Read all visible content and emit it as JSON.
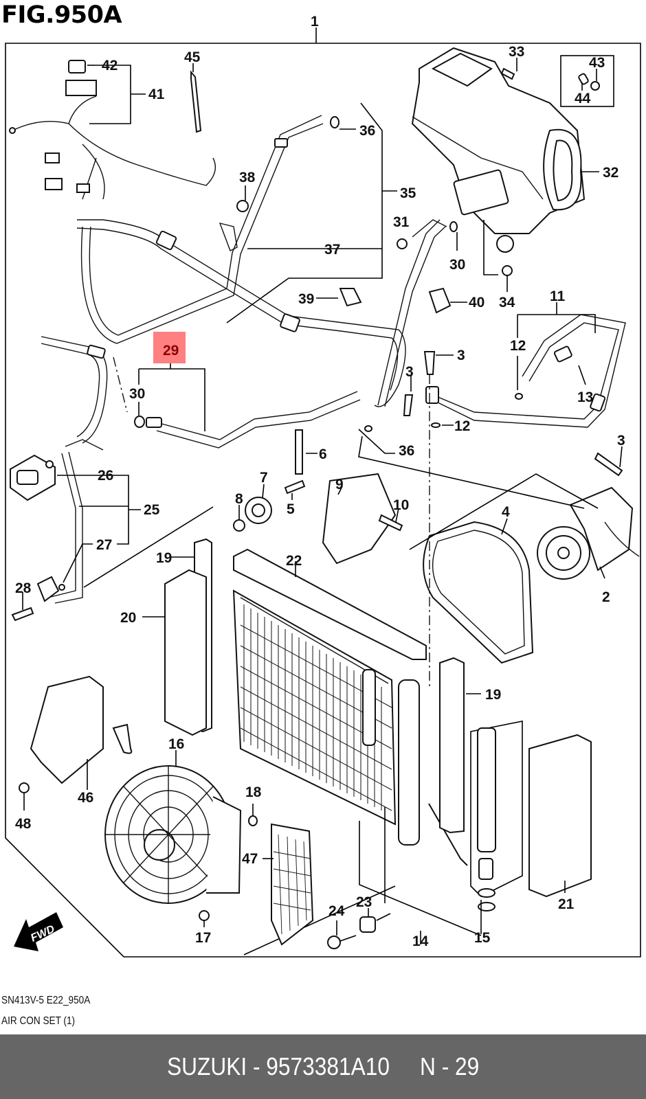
{
  "figure": {
    "title": "FIG.950A",
    "code": "SN413V-5 E22_950A",
    "group_name": "AIR CON SET (1)",
    "highlight_color": "#ff8080",
    "highlighted_part": "29",
    "fwd_label": "FWD"
  },
  "part_labels": [
    "1",
    "2",
    "3",
    "4",
    "5",
    "6",
    "7",
    "8",
    "9",
    "10",
    "11",
    "12",
    "13",
    "14",
    "15",
    "16",
    "17",
    "18",
    "19",
    "20",
    "21",
    "22",
    "23",
    "24",
    "25",
    "26",
    "27",
    "28",
    "29",
    "30",
    "31",
    "32",
    "33",
    "34",
    "35",
    "36",
    "37",
    "38",
    "39",
    "40",
    "41",
    "42",
    "43",
    "44",
    "45",
    "46",
    "47",
    "48"
  ],
  "callouts": {
    "p1": "1",
    "p2": "2",
    "p3a": "3",
    "p3b": "3",
    "p3c": "3",
    "p4": "4",
    "p5": "5",
    "p6": "6",
    "p7": "7",
    "p8": "8",
    "p9": "9",
    "p10": "10",
    "p11": "11",
    "p12a": "12",
    "p12b": "12",
    "p13": "13",
    "p14": "14",
    "p15": "15",
    "p16": "16",
    "p17": "17",
    "p18": "18",
    "p19a": "19",
    "p19b": "19",
    "p20": "20",
    "p21": "21",
    "p22": "22",
    "p23": "23",
    "p24": "24",
    "p25": "25",
    "p26": "26",
    "p27": "27",
    "p28": "28",
    "p29": "29",
    "p30a": "30",
    "p30b": "30",
    "p31": "31",
    "p32": "32",
    "p33": "33",
    "p34": "34",
    "p35": "35",
    "p36a": "36",
    "p36b": "36",
    "p37": "37",
    "p38": "38",
    "p39": "39",
    "p40": "40",
    "p41": "41",
    "p42": "42",
    "p43": "43",
    "p44": "44",
    "p45": "45",
    "p46": "46",
    "p47": "47",
    "p48": "48"
  },
  "footer": {
    "brand": "SUZUKI",
    "part_number": "9573381A10",
    "ref": "N - 29",
    "text": "SUZUKI - 9573381A10     N - 29"
  }
}
